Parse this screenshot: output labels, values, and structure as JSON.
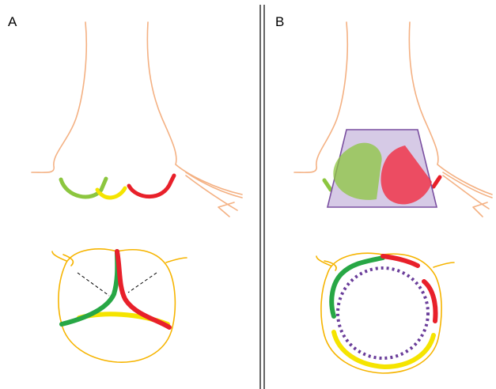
{
  "panels": [
    {
      "label": "A"
    },
    {
      "label": "B"
    }
  ],
  "colors": {
    "vessel_outline": "#f4b183",
    "annulus_outline": "#f6b400",
    "leaflet_green": "#27a745",
    "leaflet_light_green": "#8cc63f",
    "leaflet_yellow": "#f5e400",
    "leaflet_red": "#e8202a",
    "device_frame": "#7a4fa0",
    "device_fill": "#c8b8dd",
    "device_ring": "#6a3d9a",
    "divider": "#000000",
    "commissure_line": "#000000"
  },
  "icons": {
    "device_frame": "trapezoid-stent-frame",
    "device_ring": "dotted-circle-ring"
  }
}
